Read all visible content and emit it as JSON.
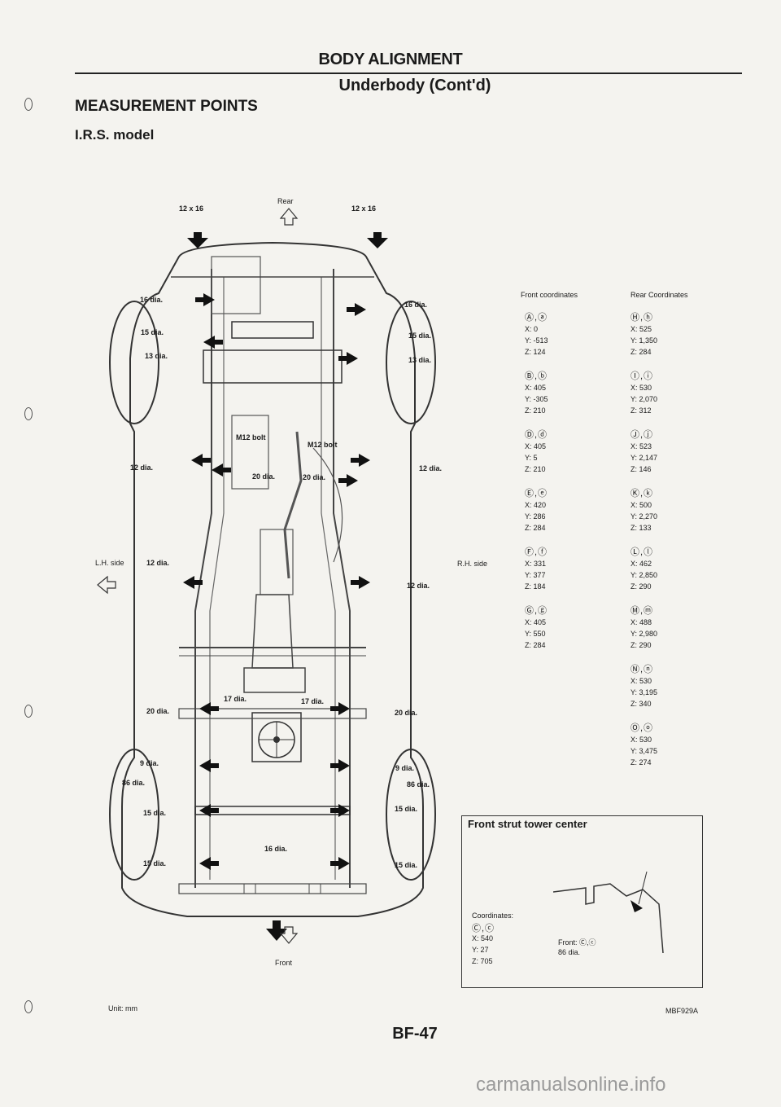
{
  "header": {
    "title": "BODY ALIGNMENT",
    "subtitle": "Underbody (Cont'd)"
  },
  "section": {
    "title": "MEASUREMENT POINTS",
    "model": "I.R.S. model"
  },
  "diagram": {
    "rear_label": "Rear",
    "front_label": "Front",
    "lh_side": "L.H. side",
    "rh_side": "R.H. side",
    "top_left_size": "12 x 16",
    "top_right_size": "12 x 16",
    "callouts": {
      "N": "16 dia.",
      "n": "16 dia.",
      "M": "15 dia.",
      "m": "15 dia.",
      "L": "13 dia.",
      "l": "13 dia.",
      "K": "M12 bolt",
      "k": "M12 bolt",
      "J": "12 dia.",
      "j": "12 dia.",
      "I": "20 dia.",
      "i": "20 dia.",
      "H": "12 dia.",
      "h": "12 dia.",
      "F": "17 dia.",
      "f": "17 dia.",
      "G": "20 dia.",
      "g": "20 dia.",
      "E": "9 dia.",
      "e": "9 dia.",
      "C": "86 dia.",
      "c": "86 dia.",
      "D": "15 dia.",
      "d": "15 dia.",
      "B": "15 dia.",
      "b": "15 dia.",
      "A": "16 dia."
    }
  },
  "front_coords": {
    "header": "Front coordinates",
    "items": [
      {
        "code": "Ⓐ,ⓐ",
        "x": "X: 0",
        "y": "Y: -513",
        "z": "Z: 124"
      },
      {
        "code": "Ⓑ,ⓑ",
        "x": "X: 405",
        "y": "Y: -305",
        "z": "Z: 210"
      },
      {
        "code": "Ⓓ,ⓓ",
        "x": "X: 405",
        "y": "Y: 5",
        "z": "Z: 210"
      },
      {
        "code": "Ⓔ,ⓔ",
        "x": "X: 420",
        "y": "Y: 286",
        "z": "Z: 284"
      },
      {
        "code": "Ⓕ,ⓕ",
        "x": "X: 331",
        "y": "Y: 377",
        "z": "Z: 184"
      },
      {
        "code": "Ⓖ,ⓖ",
        "x": "X: 405",
        "y": "Y: 550",
        "z": "Z: 284"
      }
    ]
  },
  "rear_coords": {
    "header": "Rear Coordinates",
    "items": [
      {
        "code": "Ⓗ,ⓗ",
        "x": "X: 525",
        "y": "Y: 1,350",
        "z": "Z: 284"
      },
      {
        "code": "Ⓘ,ⓘ",
        "x": "X: 530",
        "y": "Y: 2,070",
        "z": "Z: 312"
      },
      {
        "code": "Ⓙ,ⓙ",
        "x": "X: 523",
        "y": "Y: 2,147",
        "z": "Z: 146"
      },
      {
        "code": "Ⓚ,ⓚ",
        "x": "X: 500",
        "y": "Y: 2,270",
        "z": "Z: 133"
      },
      {
        "code": "Ⓛ,ⓛ",
        "x": "X: 462",
        "y": "Y: 2,850",
        "z": "Z: 290"
      },
      {
        "code": "Ⓜ,ⓜ",
        "x": "X: 488",
        "y": "Y: 2,980",
        "z": "Z: 290"
      },
      {
        "code": "Ⓝ,ⓝ",
        "x": "X: 530",
        "y": "Y: 3,195",
        "z": "Z: 340"
      },
      {
        "code": "Ⓞ,ⓞ",
        "x": "X: 530",
        "y": "Y: 3,475",
        "z": "Z: 274"
      }
    ]
  },
  "strut": {
    "title": "Front strut tower center",
    "coords_label": "Coordinates:",
    "code": "Ⓒ,ⓒ",
    "x": "X: 540",
    "y": "Y: 27",
    "z": "Z: 705",
    "front_label": "Front: Ⓒ,ⓒ",
    "dia": "86 dia."
  },
  "footer": {
    "unit": "Unit: mm",
    "figure_code": "MBF929A",
    "page": "BF-47",
    "watermark": "carmanualsonline.info"
  }
}
